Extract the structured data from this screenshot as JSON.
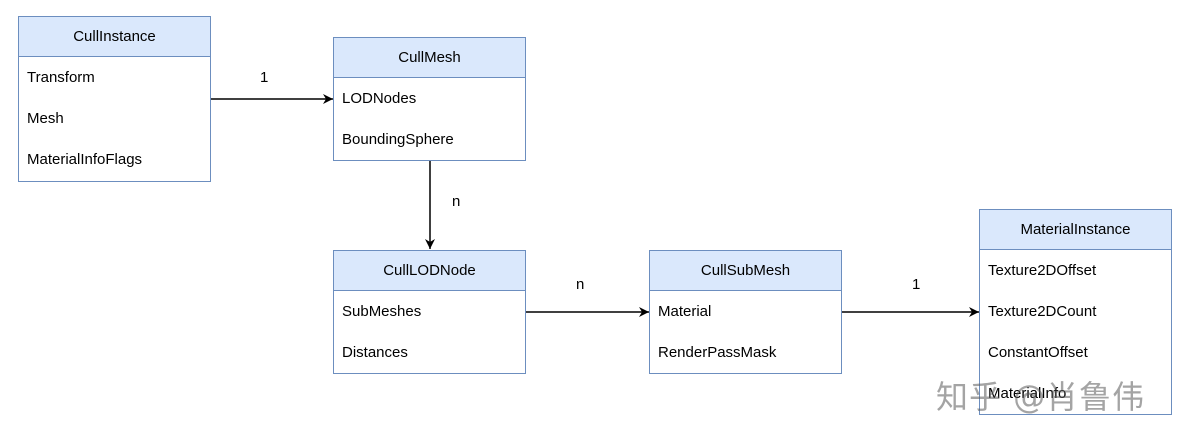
{
  "classes": {
    "cull_instance": {
      "title": "CullInstance",
      "fields": [
        "Transform",
        "Mesh",
        "MaterialInfoFlags"
      ]
    },
    "cull_mesh": {
      "title": "CullMesh",
      "fields": [
        "LODNodes",
        "BoundingSphere"
      ]
    },
    "cull_lod_node": {
      "title": "CullLODNode",
      "fields": [
        "SubMeshes",
        "Distances"
      ]
    },
    "cull_sub_mesh": {
      "title": "CullSubMesh",
      "fields": [
        "Material",
        "RenderPassMask"
      ]
    },
    "material_instance": {
      "title": "MaterialInstance",
      "fields": [
        "Texture2DOffset",
        "Texture2DCount",
        "ConstantOffset",
        "MaterialInfo"
      ]
    }
  },
  "edges": {
    "instance_to_mesh": "1",
    "mesh_to_lodnode": "n",
    "lodnode_to_submesh": "n",
    "submesh_to_material": "1"
  },
  "watermark": "知乎 @肖鲁伟",
  "colors": {
    "header_fill": "#dae8fc",
    "border": "#6c8ebf",
    "line": "#000000"
  }
}
